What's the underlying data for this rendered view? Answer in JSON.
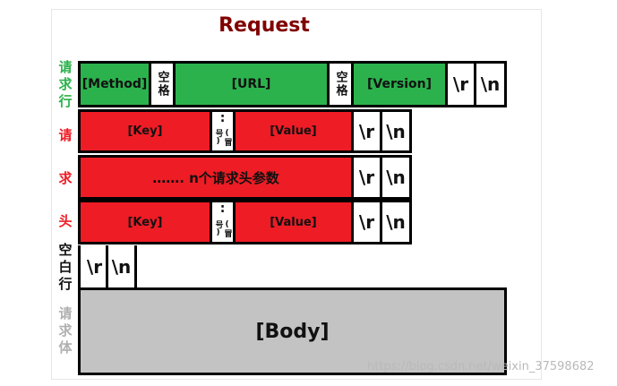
{
  "title": "Request",
  "colors": {
    "title": "#800000",
    "request_line": "#2bb24c",
    "header": "#ee1c25",
    "body": "#c3c3c3",
    "label_green": "#2bb24c",
    "label_red": "#ee1c25",
    "label_black": "#111111",
    "label_gray": "#b0b0b0"
  },
  "side_labels": {
    "request_line": [
      "请",
      "求",
      "行"
    ],
    "headers": [
      "请",
      "求",
      "头"
    ],
    "blank_line": [
      "空",
      "白",
      "行"
    ],
    "body": [
      "请",
      "求",
      "体"
    ]
  },
  "request_line": {
    "method": "[Method]",
    "space1": "空格",
    "url": "[URL]",
    "space2": "空格",
    "version": "[Version]",
    "cr": "\\r",
    "lf": "\\n"
  },
  "headers": [
    {
      "key": "[Key]",
      "colon": ":",
      "colon_note": "(冒号)",
      "value": "[Value]",
      "cr": "\\r",
      "lf": "\\n"
    },
    {
      "text": "…….   n个请求头参数",
      "cr": "\\r",
      "lf": "\\n"
    },
    {
      "key": "[Key]",
      "colon": ":",
      "colon_note": "(冒号)",
      "value": "[Value]",
      "cr": "\\r",
      "lf": "\\n"
    }
  ],
  "blank_line": {
    "cr": "\\r",
    "lf": "\\n"
  },
  "body": "[Body]",
  "watermark": "https://blog.csdn.net/weixin_37598682"
}
